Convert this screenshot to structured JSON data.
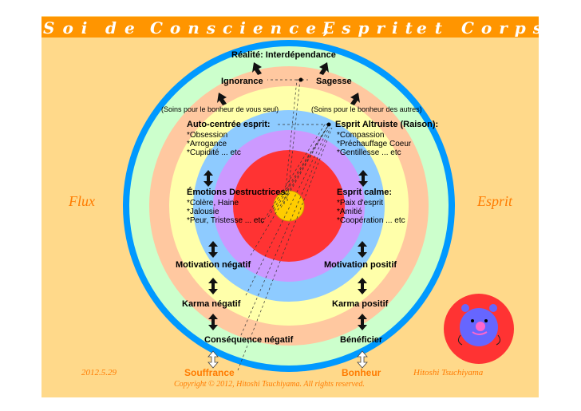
{
  "title_words": [
    "Soi",
    "de",
    "Conscience,",
    "Esprit",
    "et",
    "Corps"
  ],
  "labels": {
    "realite": "Réalité: Interdépendance",
    "ignorance": "Ignorance",
    "sagesse": "Sagesse",
    "soins_left": "(Soins pour le bonheur de vous seul)",
    "soins_right": "(Soins pour le bonheur des autres)",
    "auto_centre": "Auto-centrée esprit:",
    "altruiste": "Esprit Altruiste (Raison):",
    "emotions": "Émotions Destructrices:",
    "calme": "Esprit calme:",
    "motivation_neg": "Motivation négatif",
    "motivation_pos": "Motivation positif",
    "karma_neg": "Karma négatif",
    "karma_pos": "Karma positif",
    "consequence": "Conséquence négatif",
    "beneficier": "Bénéficier",
    "souffrance": "Souffrance",
    "bonheur": "Bonheur"
  },
  "lists": {
    "auto_centre": [
      "*Obsession",
      "*Arrogance",
      "*Cupidité ... etc"
    ],
    "altruiste": [
      "*Compassion",
      "*Préchauffage Coeur",
      "*Gentillesse ... etc"
    ],
    "emotions": [
      "*Colère, Haine",
      "*Jalousie",
      "*Peur, Tristesse ... etc"
    ],
    "calme": [
      "*Paix d'esprit",
      "*Amitié",
      "*Coopération ... etc"
    ]
  },
  "side": {
    "flux": "Flux",
    "esprit": "Esprit"
  },
  "footer": {
    "date": "2012.5.29",
    "author": "Hitoshi Tsuchiyama",
    "copyright": "Copyright © 2012, Hitoshi Tsuchiyama. All rights reserved."
  },
  "colors": {
    "background": "#ffd98a",
    "title_bar": "#ff9500",
    "rings": [
      "#0099ff",
      "#ccffcc",
      "#ffc8a0",
      "#ffffaa",
      "#8ecbff",
      "#cc99ff",
      "#ff3333",
      "#ffcc00"
    ],
    "face_outer": "#ff3333",
    "face_inner": "#6666ff"
  }
}
